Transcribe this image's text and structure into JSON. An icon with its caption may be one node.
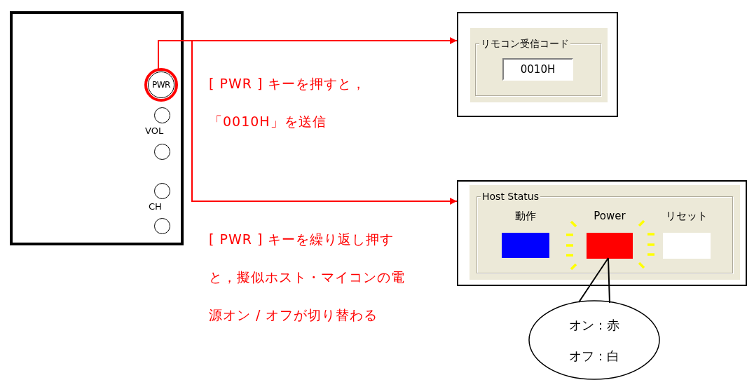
{
  "diagram": {
    "nodes": [
      {
        "text": [],
        "shape": "box"
      },
      {
        "text": [
          "PWR"
        ],
        "in": 0
      },
      {
        "text": [],
        "shape": "circle",
        "in": 0
      },
      {
        "text": [],
        "shape": "circle",
        "in": 0
      },
      {
        "text": [],
        "shape": "circle",
        "in": 0
      },
      {
        "text": [],
        "shape": "circle",
        "in": 0
      },
      {
        "text": [],
        "shape": "box"
      },
      {
        "text": [
          "リモコン受信コード"
        ],
        "in": 6
      },
      {
        "text": [
          "0010H"
        ],
        "in": 7
      },
      {
        "text": [],
        "shape": "box"
      },
      {
        "text": [
          "Host Status"
        ],
        "in": 9
      },
      {
        "text": [
          "動作"
        ],
        "in": 10
      },
      {
        "text": [
          "Power"
        ],
        "in": 10
      },
      {
        "text": [
          "リセット"
        ],
        "in": 10
      },
      {
        "text": [
          "オン：赤",
          "オフ：白"
        ]
      }
    ],
    "edges": [
      {
        "from": 1,
        "to": 6,
        "arrow": "to",
        "label": "[ PWR ] キーを押すと，「0010H」を送信"
      },
      {
        "from": 1,
        "to": 9,
        "arrow": "to",
        "label": "[ PWR ] キーを繰り返し押すと，擬似ホスト・マイコンの電源オン / オフが切り替わる"
      },
      {
        "from": 14,
        "to": 12,
        "arrow": "none",
        "color": "#000000"
      }
    ],
    "labels": [
      "VOL",
      "CH"
    ]
  }
}
